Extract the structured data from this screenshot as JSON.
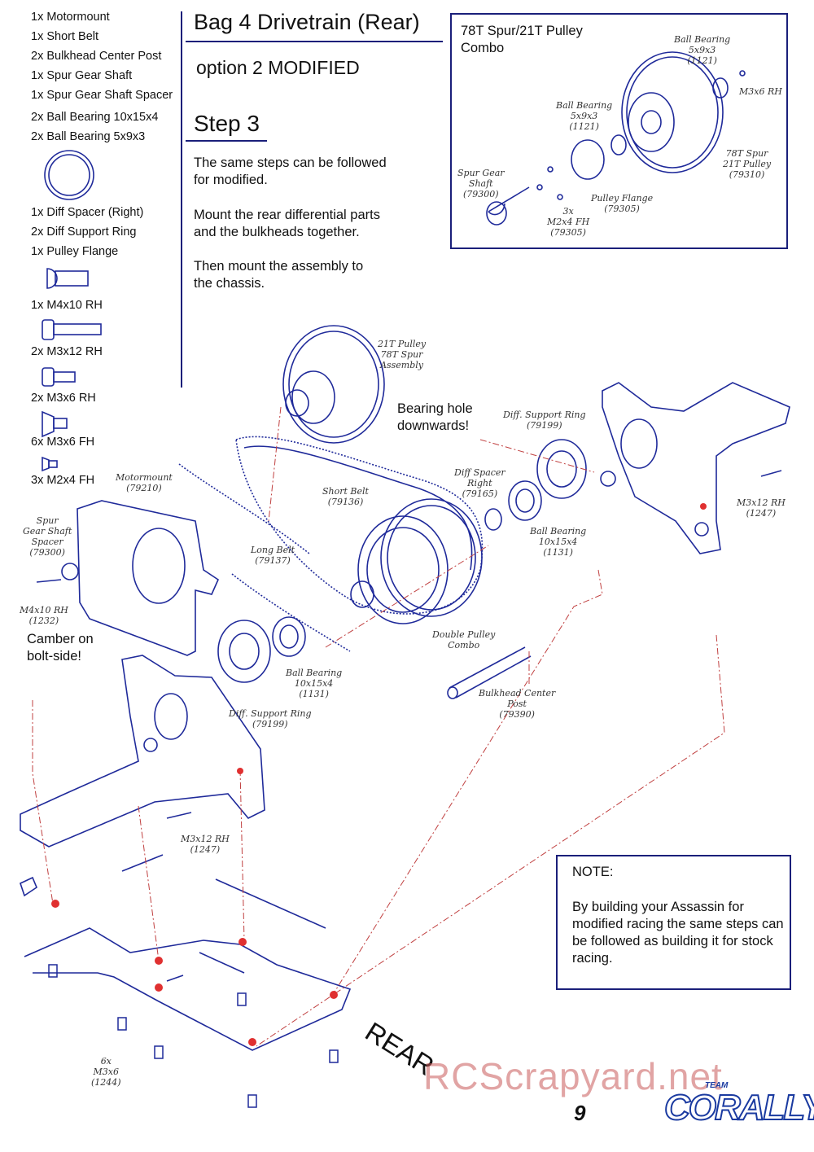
{
  "parts_list": [
    "1x  Motormount",
    "1x  Short Belt",
    "2x  Bulkhead Center Post",
    "1x  Spur Gear Shaft",
    "1x  Spur Gear Shaft Spacer",
    "2x  Ball Bearing 10x15x4",
    "2x  Ball Bearing 5x9x3",
    "1x  Diff Spacer (Right)",
    "2x  Diff Support Ring",
    "1x  Pulley Flange",
    "1x  M4x10 RH",
    "2x  M3x12 RH",
    "2x  M3x6 RH",
    "6x  M3x6 FH",
    "3x  M2x4 FH"
  ],
  "title": "Bag 4 Drivetrain (Rear)",
  "subtitle": "option 2 MODIFIED",
  "step": "Step 3",
  "instructions": [
    "The same steps can be followed\nfor modified.",
    "Mount the rear differential parts\nand the bulkheads together.",
    "Then mount the assembly to\nthe chassis."
  ],
  "combo_box": {
    "title": "78T Spur/21T Pulley\nCombo",
    "labels": [
      "Ball Bearing\n5x9x3\n(1121)",
      "M3x6 RH",
      "Ball Bearing\n5x9x3\n(1121)",
      "78T Spur\n21T Pulley\n(79310)",
      "Spur Gear\nShaft\n(79300)",
      "Pulley Flange\n(79305)",
      "3x\nM2x4 FH\n(79305)"
    ]
  },
  "diagram_labels": [
    "21T Pulley\n78T Spur\nAssembly",
    "Diff. Support Ring\n(79199)",
    "Motormount\n(79210)",
    "Diff Spacer\nRight\n(79165)",
    "Short Belt\n(79136)",
    "M3x12 RH\n(1247)",
    "Spur\nGear Shaft\nSpacer\n(79300)",
    "Ball Bearing\n10x15x4\n(1131)",
    "Long Belt\n(79137)",
    "M4x10 RH\n(1232)",
    "Double Pulley\nCombo",
    "Ball Bearing\n10x15x4\n(1131)",
    "Bulkhead Center\nPost\n(79390)",
    "Diff. Support Ring\n(79199)",
    "M3x12 RH\n(1247)",
    "6x\nM3x6\n(1244)"
  ],
  "callouts": {
    "bearing_hole": "Bearing hole\ndownwards!",
    "camber": "Camber on\nbolt-side!"
  },
  "note": {
    "title": "NOTE:",
    "body": "By building your Assassin for modified racing the same steps can be followed as building it for stock racing."
  },
  "rear_label": "REAR",
  "watermark": "RCScrapyard.net",
  "page_number": "9",
  "logo": {
    "team": "TEAM",
    "brand": "CORALLY"
  },
  "colors": {
    "accent": "#1a1f7a",
    "drawing": "#1f2a9a",
    "dash": "#c04040",
    "watermark": "#c85a5a"
  }
}
